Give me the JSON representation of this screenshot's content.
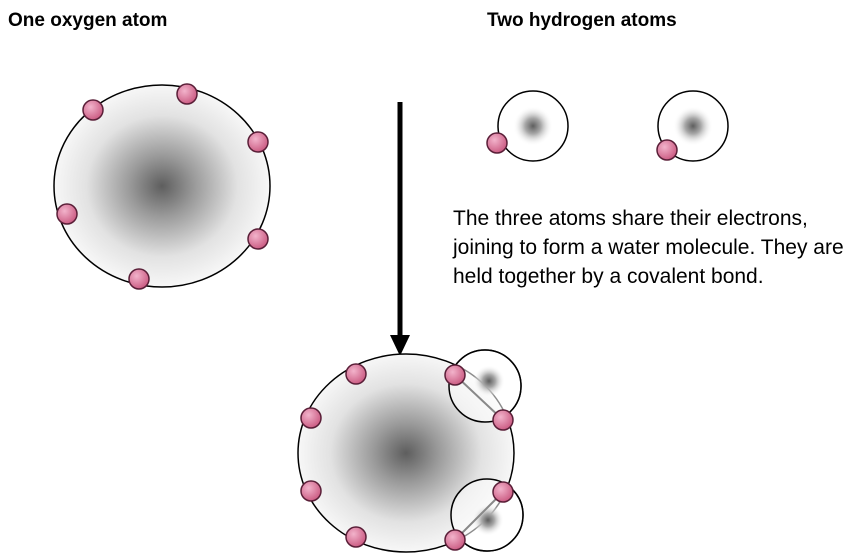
{
  "labels": {
    "oxygen_title": "One oxygen atom",
    "hydrogen_title": "Two hydrogen atoms",
    "explanation": "The three atoms share their electrons, joining to form a water molecule. They are held together by a covalent bond."
  },
  "colors": {
    "electron_fill": "#d9779c",
    "electron_stroke": "#5a1f38",
    "nucleus_core": "#555555",
    "atom_outline": "#000000",
    "arrow": "#000000"
  }
}
